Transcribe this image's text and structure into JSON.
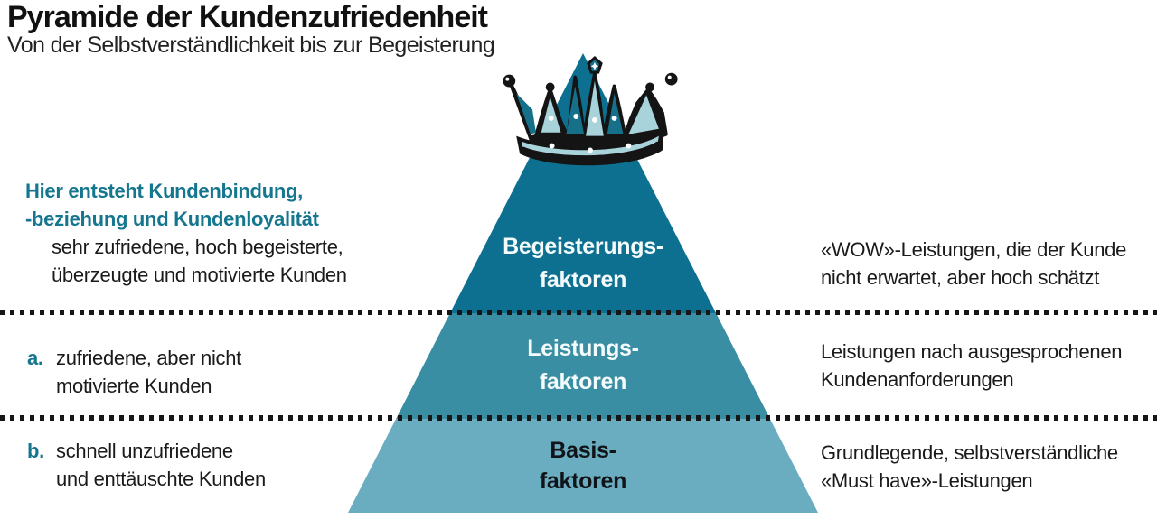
{
  "header": {
    "title": "Pyramide der Kundenzufriedenheit",
    "subtitle": "Von der Selbstverständlichkeit bis zur Begeisterung"
  },
  "colors": {
    "accent_teal": "#15768f",
    "level_top": "#0e7090",
    "level_middle": "#3a8ea3",
    "level_bottom": "#6badc0",
    "dash_black": "#161616",
    "text_black": "#1a1a1a",
    "crown_dark": "#141414",
    "crown_teal": "#16708a",
    "crown_light": "#a9d3da"
  },
  "pyramid": {
    "levels": [
      {
        "line1": "Begeisterungs-",
        "line2": "faktoren"
      },
      {
        "line1": "Leistungs-",
        "line2": "faktoren"
      },
      {
        "line1": "Basis-",
        "line2": "faktoren"
      }
    ]
  },
  "left_column": {
    "heading": {
      "line1": "Hier entsteht Kundenbindung,",
      "line2": "-beziehung und Kundenloyalität"
    },
    "top_description": {
      "line1": "sehr zufriedene, hoch begeisterte,",
      "line2": "überzeugte und motivierte Kunden"
    },
    "item_a": {
      "marker": "a.",
      "line1": "zufriedene, aber nicht",
      "line2": "motivierte Kunden"
    },
    "item_b": {
      "marker": "b.",
      "line1": "schnell unzufriedene",
      "line2": "und enttäuschte Kunden"
    }
  },
  "right_column": {
    "top": {
      "line1": "«WOW»-Leistungen, die der Kunde",
      "line2": "nicht erwartet, aber hoch schätzt"
    },
    "middle": {
      "line1": "Leistungen nach ausgesprochenen",
      "line2": "Kundenanforderungen"
    },
    "bottom": {
      "line1": "Grundlegende, selbstverständliche",
      "line2": "«Must have»-Leistungen"
    }
  }
}
